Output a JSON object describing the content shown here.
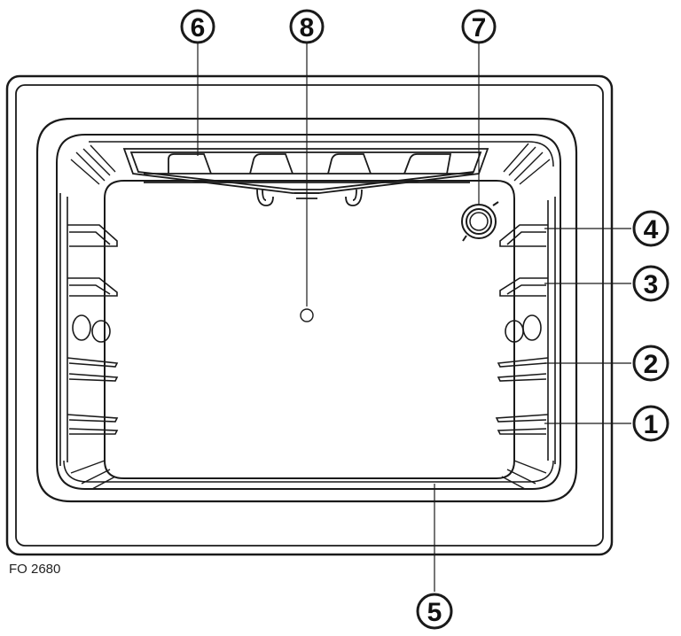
{
  "figure_code": "FO 2680",
  "callouts": [
    {
      "id": "c6",
      "label": "6"
    },
    {
      "id": "c8",
      "label": "8"
    },
    {
      "id": "c7",
      "label": "7"
    },
    {
      "id": "c4",
      "label": "4"
    },
    {
      "id": "c3",
      "label": "3"
    },
    {
      "id": "c2",
      "label": "2"
    },
    {
      "id": "c1",
      "label": "1"
    },
    {
      "id": "c5",
      "label": "5"
    }
  ]
}
